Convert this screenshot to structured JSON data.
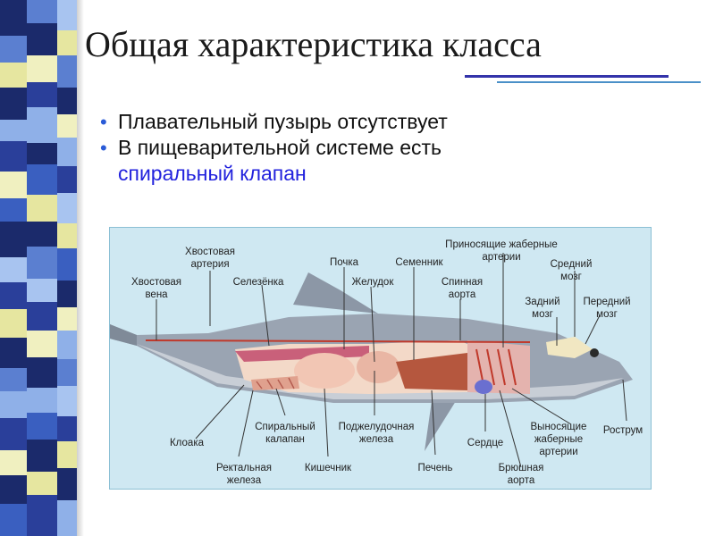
{
  "slide": {
    "title": "Общая характеристика класса",
    "bullets": [
      {
        "text": "Плавательный пузырь отсутствует"
      },
      {
        "text": "В пищеварительной системе есть",
        "text_line2": "спиральный клапан"
      }
    ],
    "bullet_marker": "•"
  },
  "diagram": {
    "labels": {
      "caudal_artery_1": "Хвостовая",
      "caudal_artery_2": "артерия",
      "caudal_vein_1": "Хвостовая",
      "caudal_vein_2": "вена",
      "spleen": "Селезёнка",
      "kidney": "Почка",
      "testis": "Семенник",
      "stomach": "Желудок",
      "afferent_1": "Приносящие жаберные",
      "afferent_2": "артерии",
      "dorsal_aorta_1": "Спинная",
      "dorsal_aorta_2": "аорта",
      "midbrain_1": "Средний",
      "midbrain_2": "мозг",
      "hindbrain_1": "Задний",
      "hindbrain_2": "мозг",
      "forebrain_1": "Передний",
      "forebrain_2": "мозг",
      "cloaca": "Клоака",
      "spiral_valve_1": "Спиральный",
      "spiral_valve_2": "калапан",
      "pancreas_1": "Поджелудочная",
      "pancreas_2": "железа",
      "heart": "Сердце",
      "efferent_1": "Выносящие",
      "efferent_2": "жаберные",
      "efferent_3": "артерии",
      "rostrum": "Рострум",
      "rectal_gland_1": "Ректальная",
      "rectal_gland_2": "железа",
      "intestine": "Кишечник",
      "liver": "Печень",
      "ventral_aorta_1": "Брюшная",
      "ventral_aorta_2": "аорта"
    }
  },
  "colors": {
    "bullet": "#2a5bd7",
    "highlight_text": "#2222dd",
    "title_rule": "#3333aa",
    "figure_bg": "#cfe8f2"
  }
}
